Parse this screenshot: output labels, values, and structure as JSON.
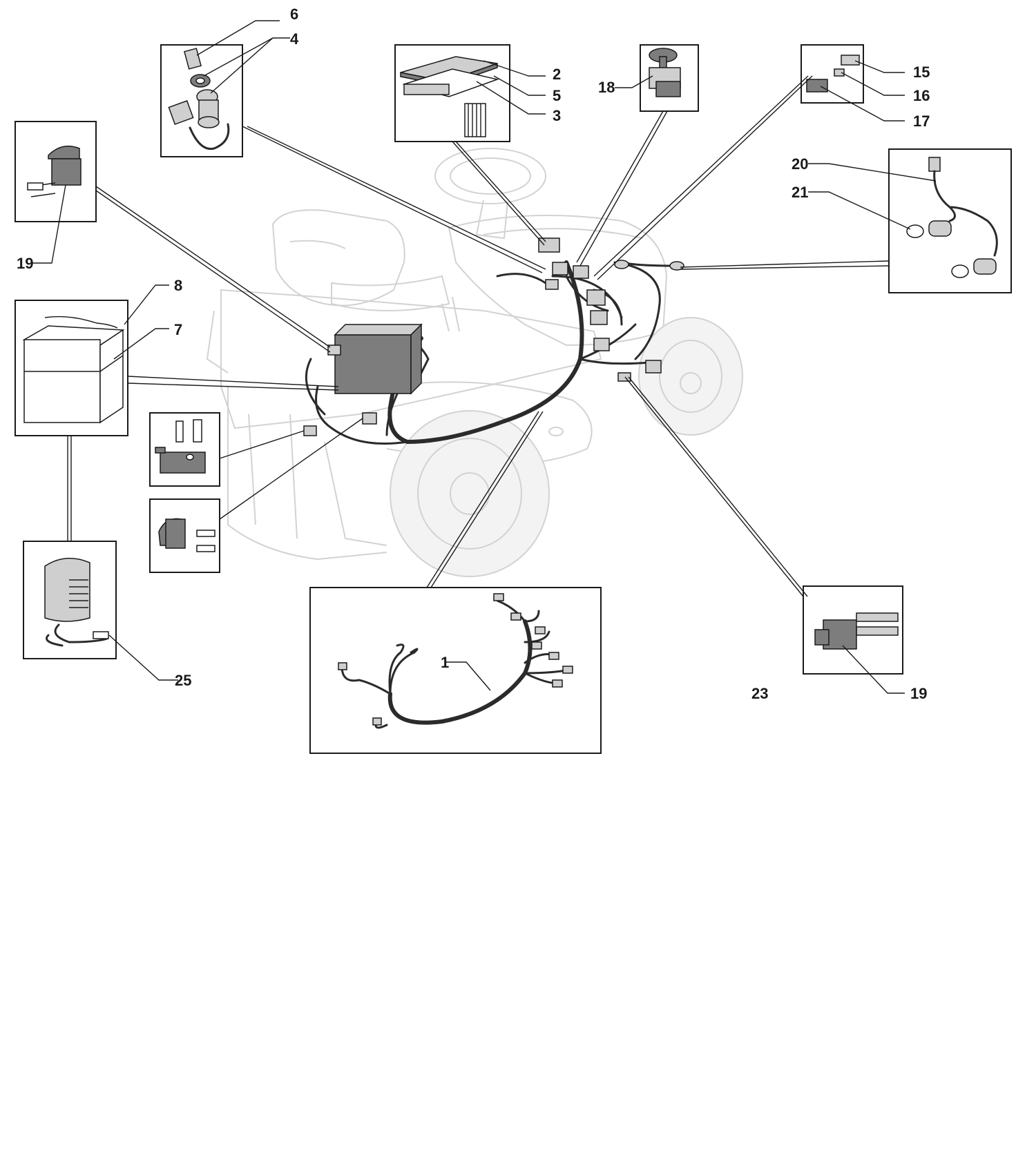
{
  "callouts": {
    "c1": "1",
    "c2": "2",
    "c3": "3",
    "c4": "4",
    "c5": "5",
    "c6": "6",
    "c7": "7",
    "c8": "8",
    "c15": "15",
    "c16": "16",
    "c17": "17",
    "c18": "18",
    "c19a": "19",
    "c19b": "19",
    "c20": "20",
    "c21": "21",
    "c23": "23",
    "c25": "25"
  }
}
